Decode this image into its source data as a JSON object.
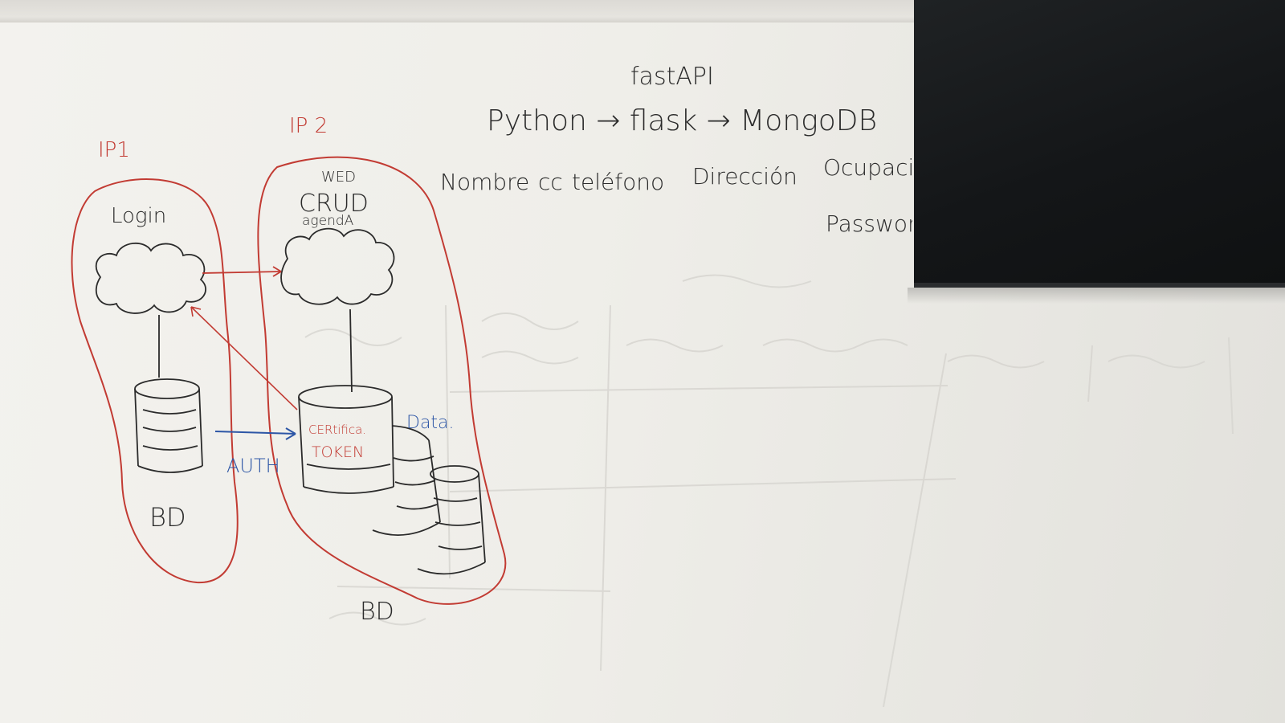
{
  "colors": {
    "marker_black": "#2b2b2b",
    "marker_red": "#c23b33",
    "marker_blue": "#2d56a6",
    "whiteboard": "#efeee9",
    "tv_screen": "#141618"
  },
  "header_notes": {
    "framework": "fastAPI",
    "stack_line": "Python → flask → MongoDB"
  },
  "fields": {
    "nombre": "Nombre",
    "cc": "cc",
    "telefono": "teléfono",
    "direccion": "Dirección",
    "ocupacion": "Ocupacio",
    "password": "Passwor"
  },
  "diagram": {
    "ip1": {
      "label": "IP1",
      "service": "Login",
      "db_label": "BD"
    },
    "ip2": {
      "label": "IP 2",
      "top_label": "WED",
      "service": "CRUD",
      "service_sub": "agendA",
      "cert_label": "CERtifica.",
      "token_label": "TOKEN",
      "data_label": "Data.",
      "db_label": "BD"
    },
    "auth_label": "AUTH"
  }
}
